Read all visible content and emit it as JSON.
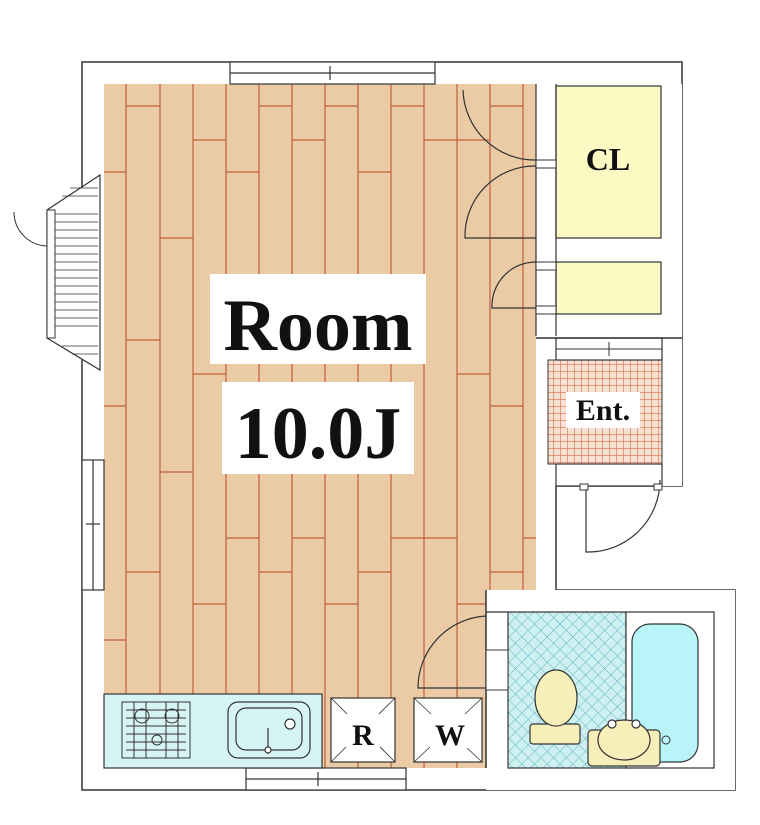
{
  "floorplan": {
    "room_name": "Room",
    "room_size": "10.0J",
    "closet_label": "CL",
    "entrance_label": "Ent.",
    "fridge_label": "R",
    "washer_label": "W"
  },
  "colors": {
    "wall": "#333333",
    "floor_wood": "#EBCBA6",
    "floor_seam": "#C0603A",
    "closet_fill": "#FCFAC2",
    "entrance_tile": "#F6E2D2",
    "entrance_grid": "#E06A45",
    "bath_tile": "#CFF0F0",
    "bath_grid": "#5FB6C4",
    "tub_fill": "#B9F5F8",
    "fixture_fill": "#F6EFB9",
    "kitchen_fill": "#D6F4F4"
  }
}
